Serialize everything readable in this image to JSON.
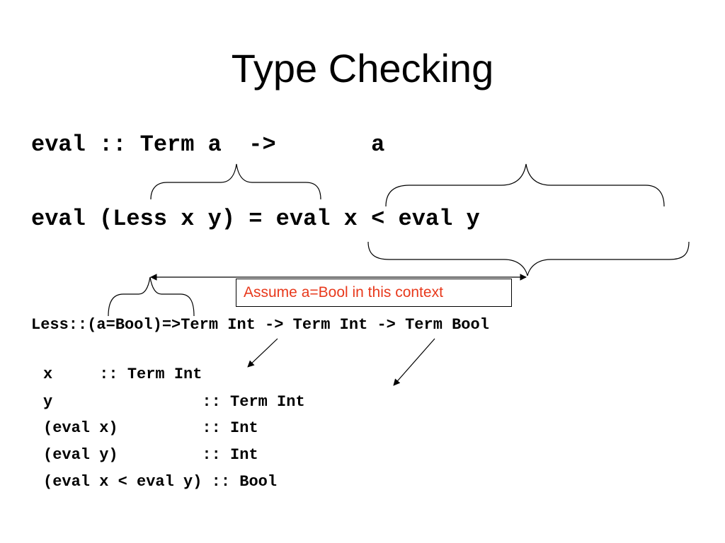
{
  "slide": {
    "title": "Type Checking",
    "signature": "eval :: Term a  ->       a",
    "equation": "eval (Less x y) = eval x < eval y",
    "note": "Assume a=Bool in this context",
    "less_type": "Less::(a=Bool)=>Term Int -> Term Int -> Term Bool",
    "typing_rows": [
      "x     :: Term Int",
      "y                :: Term Int",
      "(eval x)         :: Int",
      "(eval y)         :: Int",
      "(eval x < eval y) :: Bool"
    ]
  }
}
